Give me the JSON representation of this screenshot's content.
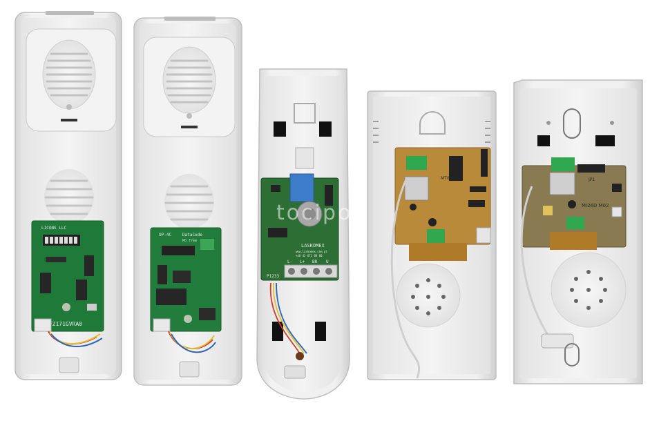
{
  "photo": {
    "watermark": "tocipo",
    "units": [
      {
        "id": "u1",
        "board_label": "BF2171GVRA0",
        "board_header": "LICONS LLC",
        "board_color": "#1f7a3a"
      },
      {
        "id": "u2",
        "board_label": "UP-4C",
        "board_header": "DataCode",
        "board_sub": "Pb free",
        "board_color": "#227d3c"
      },
      {
        "id": "u3",
        "board_brand": "LASKOMEX",
        "board_web": "www.laskomex.com.pl",
        "board_phone": "+48 42 671 88 00",
        "board_code": "P1233",
        "terminals": [
          "L-",
          "L+",
          "BR",
          "U"
        ],
        "board_color": "#2d6e34"
      },
      {
        "id": "u4",
        "board_label": "MT04M05",
        "board_color": "#b88a3a"
      },
      {
        "id": "u5",
        "board_label": "MI26D M02",
        "board_sub": "JP1",
        "board_color": "#8a7a52"
      }
    ]
  },
  "colors": {
    "casing": "#ececec",
    "casing_shadow": "#c9c9c9",
    "pcb_green": "#1f7a3a",
    "connector_green": "#2fa84f",
    "pot_blue": "#3d7cc9"
  }
}
